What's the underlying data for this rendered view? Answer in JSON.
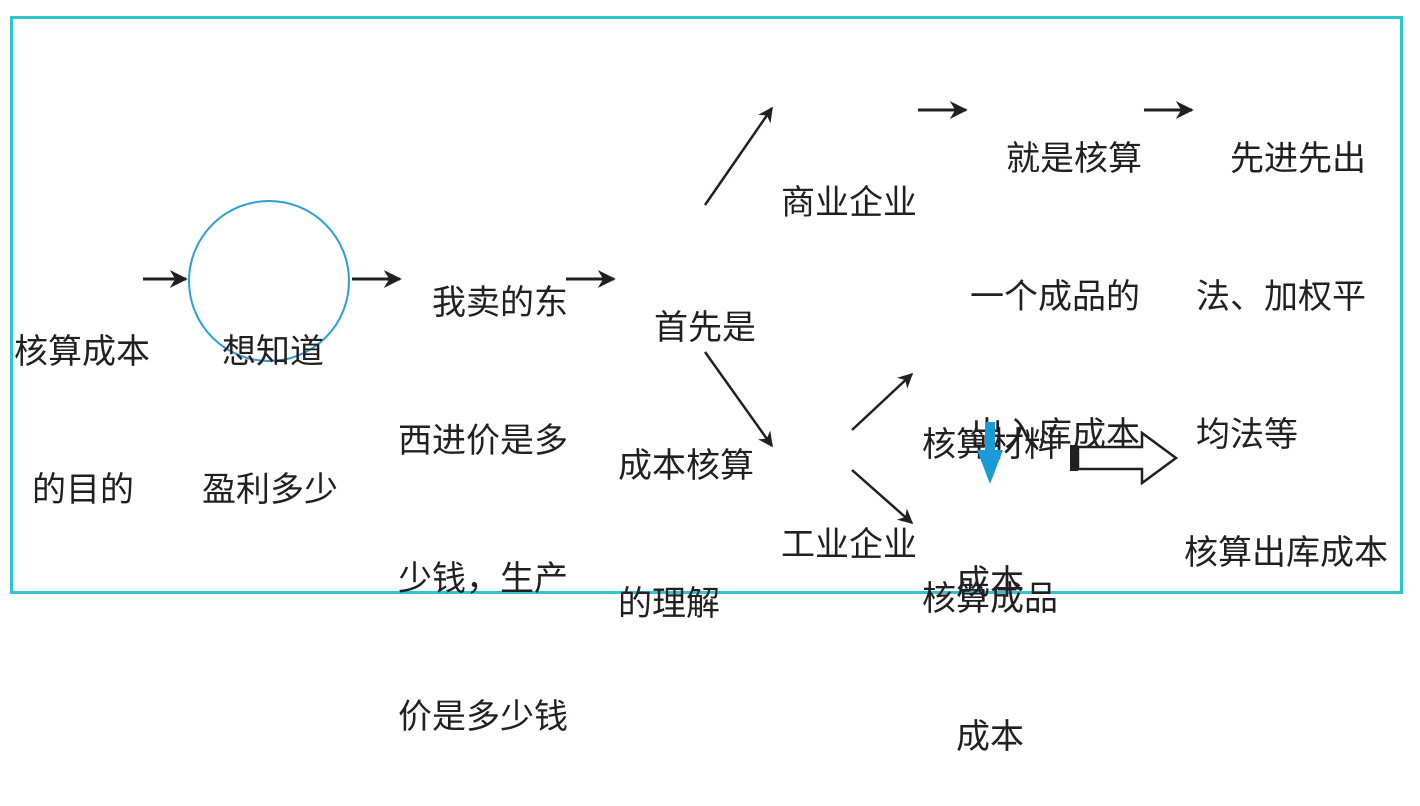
{
  "nodes": {
    "purpose": [
      "核算成本",
      "的目的"
    ],
    "profit": [
      "想知道",
      "盈利多少"
    ],
    "cost_question": [
      "我卖的东",
      "西进价是多",
      "少钱，生产",
      "价是多少钱"
    ],
    "first": [
      "首先是",
      "成本核算",
      "的理解"
    ],
    "commercial": [
      "商业企业"
    ],
    "commercial_desc": [
      "就是核算",
      "一个成品的",
      "出入库成本"
    ],
    "methods": [
      "先进先出",
      "法、加权平",
      "均法等"
    ],
    "industrial": [
      "工业企业"
    ],
    "material_cost": [
      "核算材料",
      "成本"
    ],
    "product_cost": [
      "核算成品",
      "成本"
    ],
    "outbound": [
      "核算出库成本"
    ]
  },
  "colors": {
    "frame": "#2dc6cf",
    "circle": "#2b9ed8",
    "blue_arrow": "#1a9ad6",
    "text": "#231f20"
  }
}
